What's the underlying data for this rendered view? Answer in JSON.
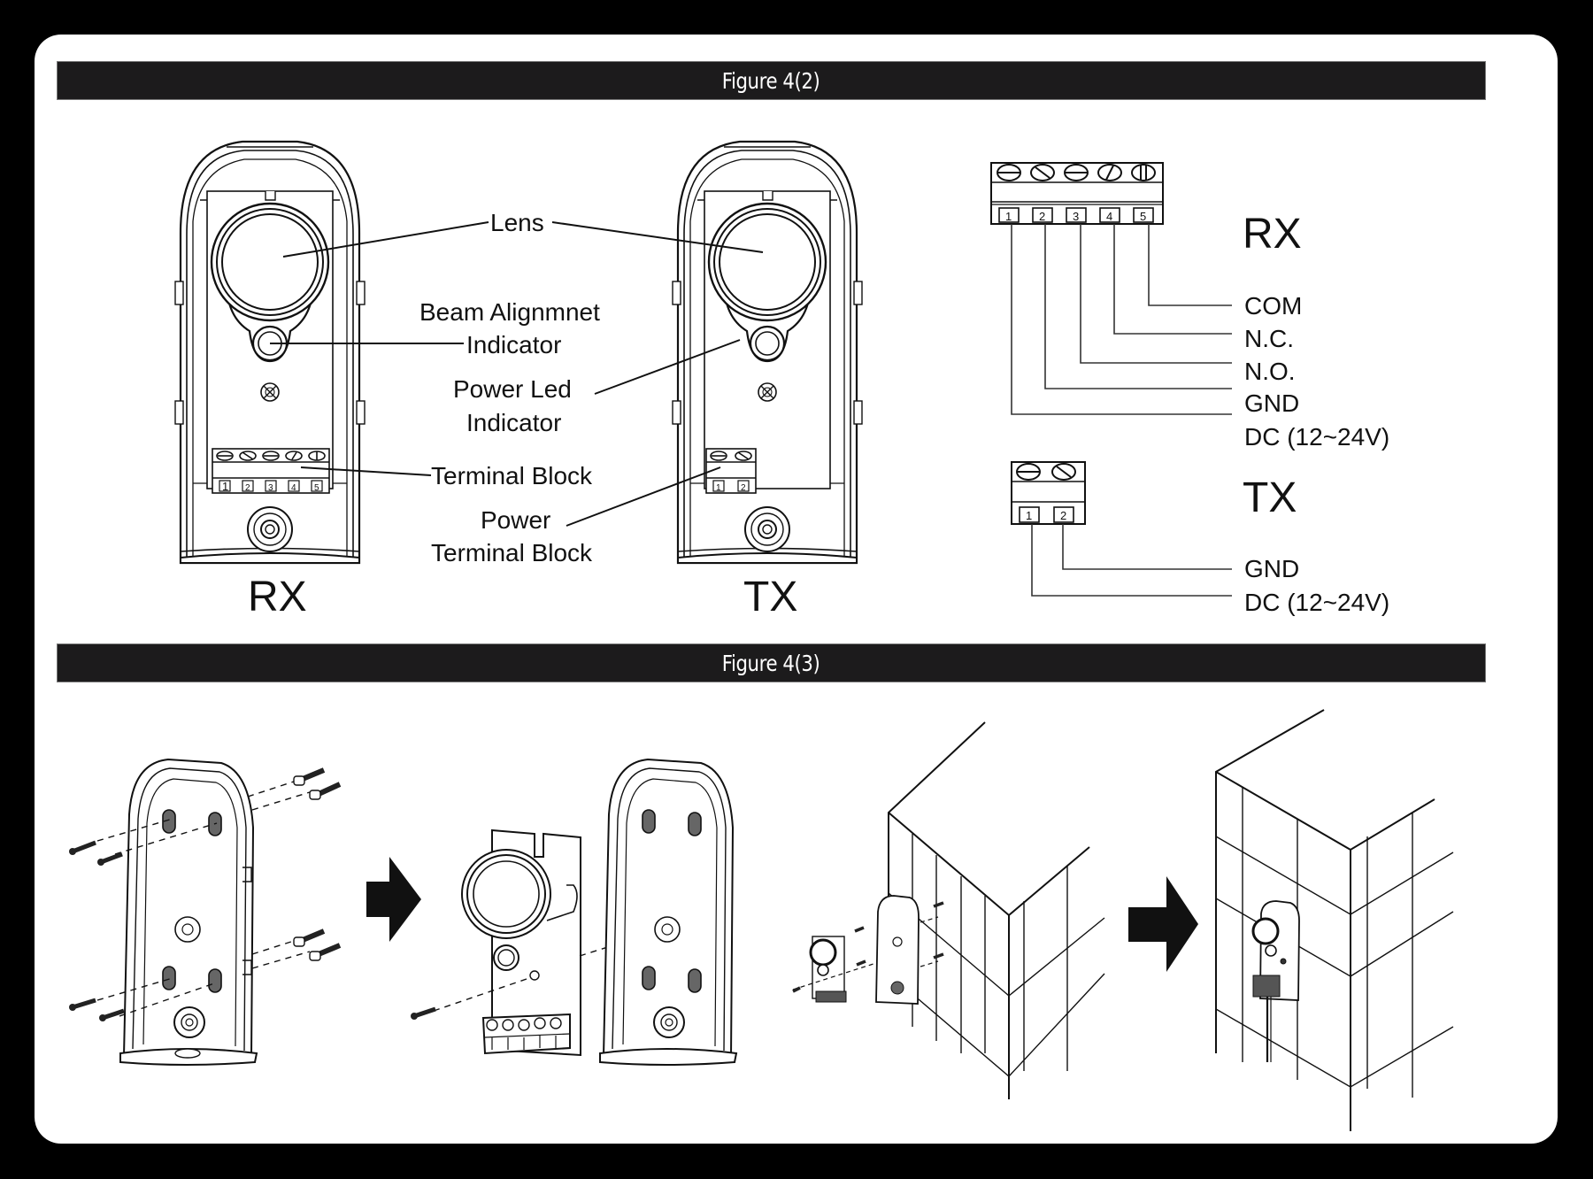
{
  "figures": [
    {
      "title": "Figure 4(2)",
      "devices": [
        {
          "name": "RX",
          "terminal_count": 5
        },
        {
          "name": "TX",
          "terminal_count": 2
        }
      ],
      "callouts": {
        "lens": "Lens",
        "beam_alignment_line1": "Beam Alignmnet",
        "beam_alignment_line2": "Indicator",
        "power_led_line1": "Power Led",
        "power_led_line2": "Indicator",
        "terminal_block": "Terminal Block",
        "power_terminal_line1": "Power",
        "power_terminal_line2": "Terminal Block"
      },
      "wiring": {
        "rx": {
          "label": "RX",
          "pins": [
            "1",
            "2",
            "3",
            "4",
            "5"
          ],
          "signals": [
            "COM",
            "N.C.",
            "N.O.",
            "GND",
            "DC (12~24V)"
          ]
        },
        "tx": {
          "label": "TX",
          "pins": [
            "1",
            "2"
          ],
          "signals": [
            "GND",
            "DC (12~24V)"
          ]
        }
      }
    },
    {
      "title": "Figure 4(3)",
      "steps": [
        "mount-back-plate-with-screws-and-anchors",
        "attach-optical-module-to-back-plate",
        "fix-unit-on-wall-corner",
        "unit-installed-on-wall"
      ]
    }
  ]
}
